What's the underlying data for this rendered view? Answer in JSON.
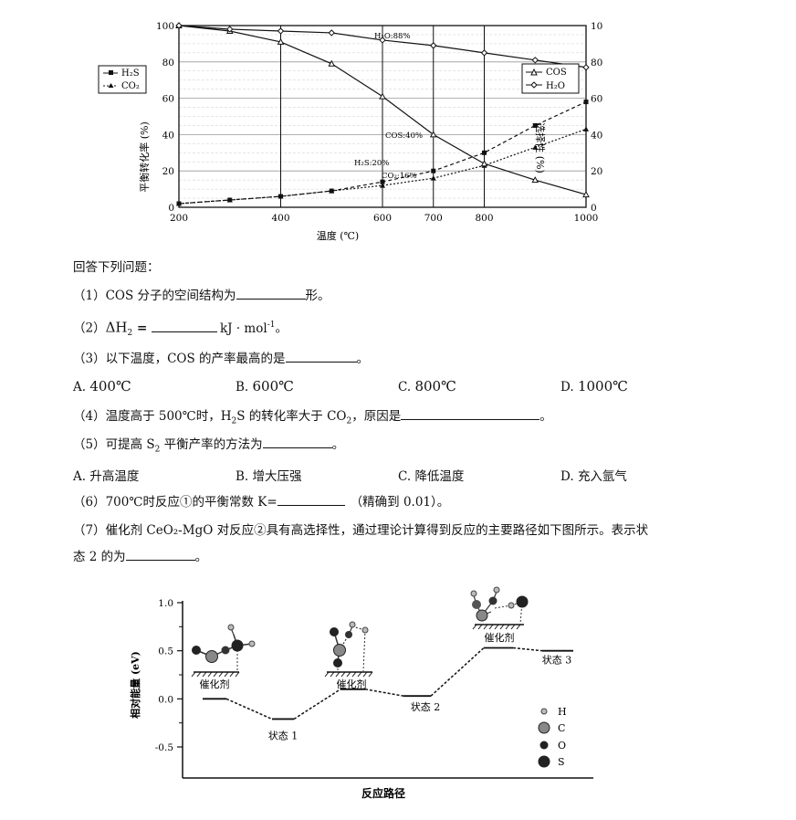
{
  "chart1": {
    "chart_data": {
      "type": "line",
      "xlabel": "温度 (℃)",
      "ylabel_left": "平衡转化率 (%)",
      "ylabel_right": "选择性 (%)",
      "xlim": [
        200,
        1000
      ],
      "ylim": [
        0,
        100
      ],
      "x_ticks": [
        "200",
        "400",
        "600",
        "700",
        "800",
        "1000"
      ],
      "y_ticks": [
        "0",
        "20",
        "40",
        "60",
        "80",
        "100"
      ],
      "y_ticks_right": [
        "0",
        "20",
        "40",
        "60",
        "80",
        "100"
      ],
      "legend_left": [
        "H₂S",
        "CO₂"
      ],
      "legend_right": [
        "COS",
        "H₂O"
      ],
      "annotations": [
        "H₂O:88%",
        "COS:40%",
        "H₂S:20%",
        "CO₂:16%"
      ],
      "series": [
        {
          "name": "H₂S",
          "x": [
            200,
            300,
            400,
            500,
            600,
            700,
            800,
            900,
            1000
          ],
          "y": [
            2,
            4,
            6,
            9,
            14,
            20,
            30,
            45,
            58
          ]
        },
        {
          "name": "CO₂",
          "x": [
            200,
            300,
            400,
            500,
            600,
            700,
            800,
            900,
            1000
          ],
          "y": [
            2,
            4,
            6,
            9,
            12,
            16,
            23,
            33,
            43
          ]
        },
        {
          "name": "COS",
          "x": [
            200,
            300,
            400,
            500,
            600,
            700,
            800,
            900,
            1000
          ],
          "y": [
            100,
            97,
            91,
            79,
            61,
            40,
            24,
            15,
            7
          ]
        },
        {
          "name": "H₂O",
          "x": [
            200,
            300,
            400,
            500,
            600,
            700,
            800,
            900,
            1000
          ],
          "y": [
            100,
            98,
            97,
            96,
            92,
            89,
            85,
            81,
            77
          ]
        }
      ]
    }
  },
  "questions": {
    "intro": "回答下列问题：",
    "q1_a": "（1）COS 分子的空间结构为",
    "q1_b": "形。",
    "q2_a": "（2）",
    "q2_dh": "ΔH",
    "q2_sub": "2",
    "q2_eq": " = ",
    "q2_unit": "kJ · mol",
    "q2_sup": "-1",
    "q2_end": "。",
    "q3": "（3）以下温度，COS 的产率最高的是",
    "q3_end": "。",
    "q3_options": [
      {
        "letter": "A.",
        "text": "400℃"
      },
      {
        "letter": "B.",
        "text": "600℃"
      },
      {
        "letter": "C.",
        "text": "800℃"
      },
      {
        "letter": "D.",
        "text": "1000℃"
      }
    ],
    "q4_a": "（4）温度高于 500℃时，H",
    "q4_sub1": "2",
    "q4_b": "S 的转化率大于 CO",
    "q4_sub2": "2",
    "q4_c": "，原因是",
    "q4_end": "。",
    "q5_a": "（5）可提高 S",
    "q5_sub": "2",
    "q5_b": " 平衡产率的方法为",
    "q5_end": "。",
    "q5_options": [
      {
        "letter": "A.",
        "text": "升高温度"
      },
      {
        "letter": "B.",
        "text": "增大压强"
      },
      {
        "letter": "C.",
        "text": "降低温度"
      },
      {
        "letter": "D.",
        "text": "充入氩气"
      }
    ],
    "q6_a": "（6）700℃时反应①的平衡常数 K=",
    "q6_b": "（精确到 0.01）。",
    "q7_line1": "（7）催化剂 CeO₂-MgO 对反应②具有高选择性，通过理论计算得到反应的主要路径如下图所示。表示状",
    "q7_line2": "态 2 的为",
    "q7_end": "。"
  },
  "chart2": {
    "chart_data": {
      "type": "line",
      "xlabel": "反应路径",
      "ylabel": "相对能量 (eV)",
      "ylim": [
        -0.5,
        1.0
      ],
      "y_ticks": [
        "1.0",
        "0.5",
        "0.0",
        "-0.5"
      ],
      "states": [
        {
          "label": "",
          "energy": 0.0
        },
        {
          "label": "状态 1",
          "energy": -0.21
        },
        {
          "label": "",
          "energy": 0.1
        },
        {
          "label": "状态 2",
          "energy": 0.03
        },
        {
          "label": "",
          "energy": 0.53
        },
        {
          "label": "状态 3",
          "energy": 0.5
        }
      ],
      "catalyst_label": "催化剂",
      "legend": [
        "H",
        "C",
        "O",
        "S"
      ]
    }
  }
}
